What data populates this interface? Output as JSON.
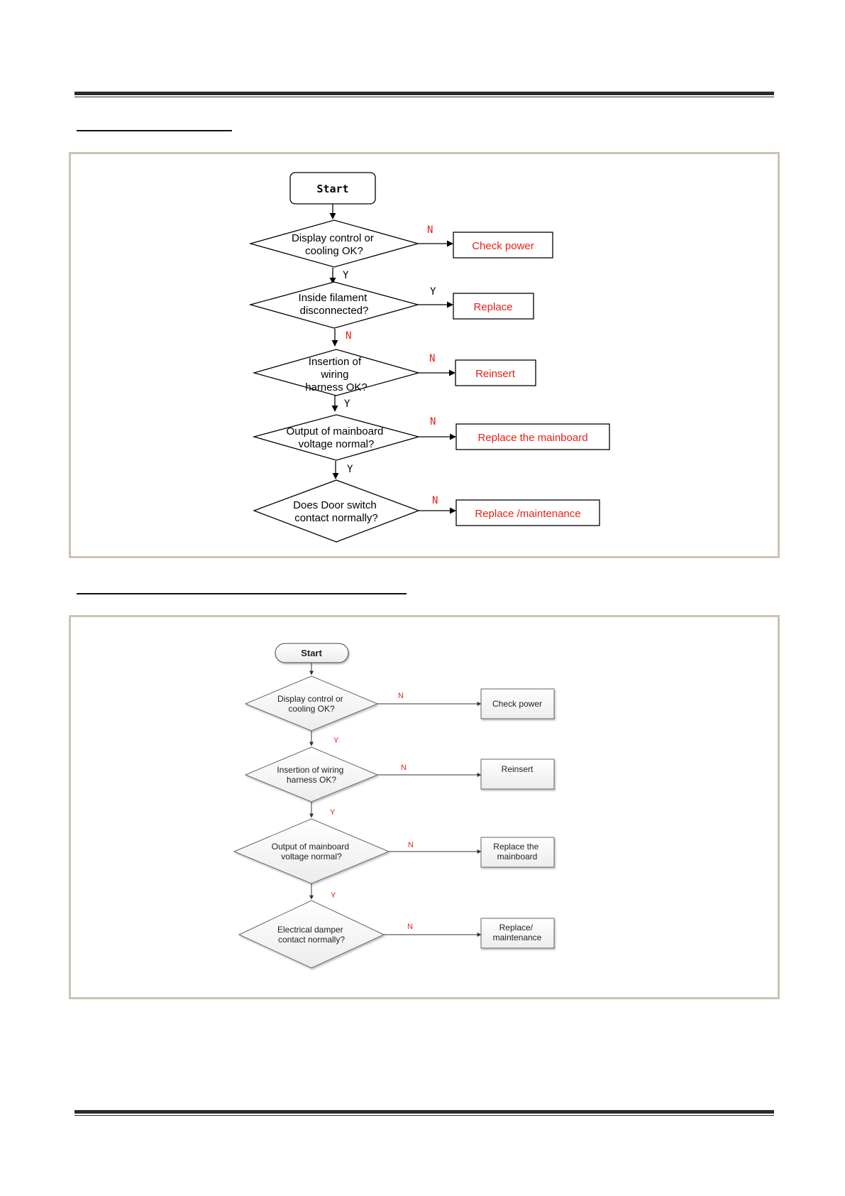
{
  "flow1": {
    "start": "Start",
    "q1": [
      "Display control or",
      "cooling OK?"
    ],
    "q2": [
      "Inside filament",
      "disconnected?"
    ],
    "q3": [
      "Insertion of",
      "wiring",
      "harness OK?"
    ],
    "q4": [
      "Output of mainboard",
      "voltage normal?"
    ],
    "q5": [
      "Does Door switch",
      "contact normally?"
    ],
    "a1": "Check power",
    "a2": "Replace",
    "a3": "Reinsert",
    "a4": "Replace the mainboard",
    "a5": "Replace /maintenance",
    "labels": {
      "q1_side": "N",
      "q1_down": "Y",
      "q2_side": "Y",
      "q2_down": "N",
      "q3_side": "N",
      "q3_down": "Y",
      "q4_side": "N",
      "q4_down": "Y",
      "q5_side": "N"
    },
    "action_color": "#e8201a"
  },
  "flow2": {
    "start": "Start",
    "q1": [
      "Display control or",
      "cooling OK?"
    ],
    "q2": [
      "Insertion of wiring",
      "harness OK?"
    ],
    "q3": [
      "Output of mainboard",
      "voltage normal?"
    ],
    "q4": [
      "Electrical damper",
      "contact normally?"
    ],
    "a1": [
      "Check power"
    ],
    "a2": [
      "Reinsert"
    ],
    "a3": [
      "Replace the",
      "mainboard"
    ],
    "a4": [
      "Replace/",
      "maintenance"
    ],
    "labels": {
      "q1_side": "N",
      "q1_down": "Y",
      "q2_side": "N",
      "q2_down": "Y",
      "q3_side": "N",
      "q3_down": "Y",
      "q4_side": "N"
    },
    "label_color": "#e8201a"
  }
}
